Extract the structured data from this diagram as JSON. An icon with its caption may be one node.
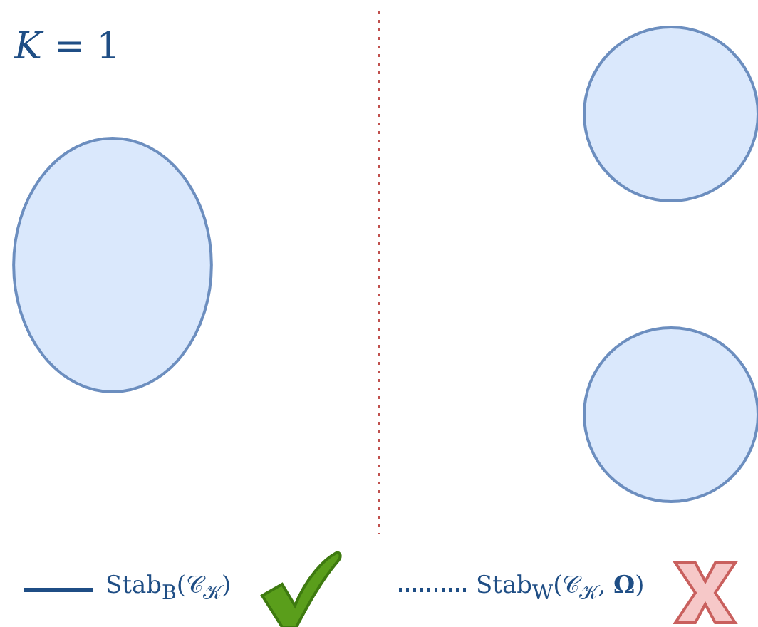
{
  "diagram": {
    "nodes": [
      {
        "text": [],
        "shape": "ellipse"
      },
      {
        "text": [],
        "shape": "circle"
      },
      {
        "text": [],
        "shape": "circle"
      }
    ],
    "labels": [
      "*K* = 1"
    ],
    "legend": [
      {
        "text": "Stab$_{B}$(𝒞$_{𝒦}$)"
      },
      {
        "text": "Stab$_{W}$(𝒞$_{𝒦}$, **Ω**)"
      }
    ]
  }
}
